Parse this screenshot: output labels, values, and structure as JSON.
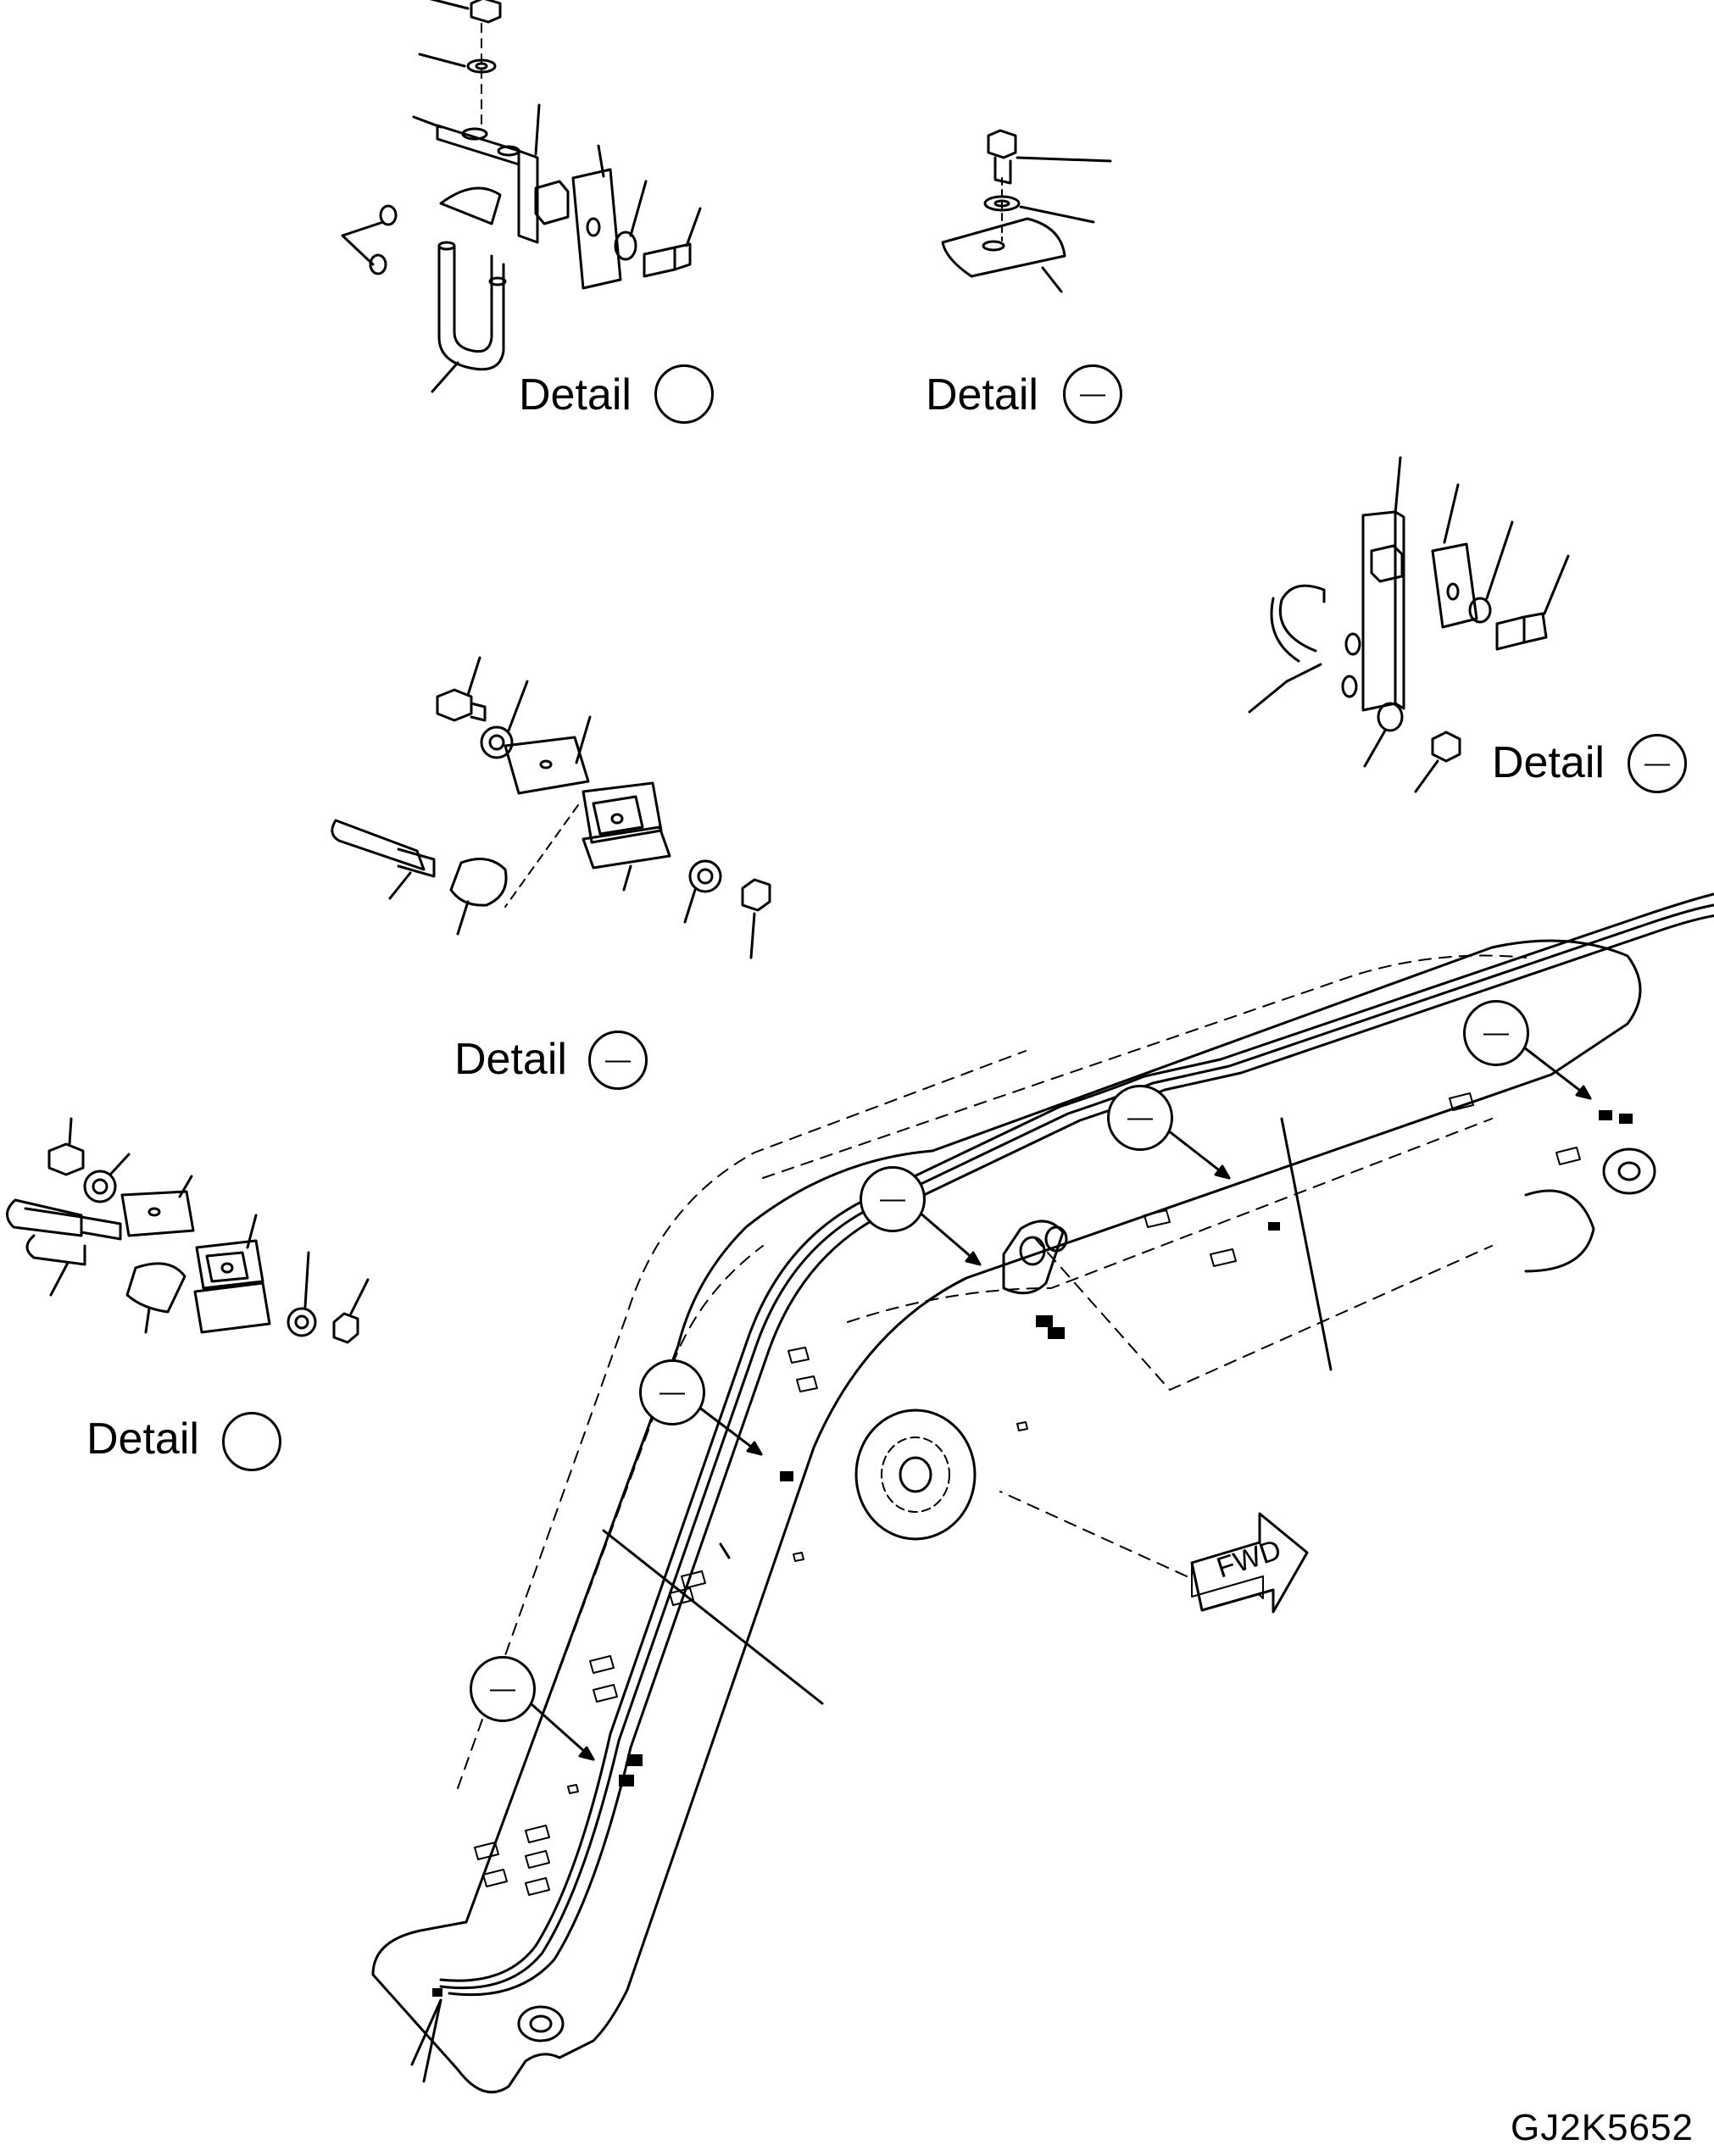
{
  "details": [
    {
      "label": "Detail",
      "ref": ""
    },
    {
      "label": "Detail",
      "ref": "—"
    },
    {
      "label": "Detail",
      "ref": "—"
    },
    {
      "label": "Detail",
      "ref": "—"
    },
    {
      "label": "Detail",
      "ref": ""
    }
  ],
  "callouts": [
    {
      "ref": "—"
    },
    {
      "ref": "—"
    },
    {
      "ref": "—"
    },
    {
      "ref": "—"
    },
    {
      "ref": "—"
    }
  ],
  "fwd_label": "FWD",
  "drawing_code": "GJ2K5652"
}
